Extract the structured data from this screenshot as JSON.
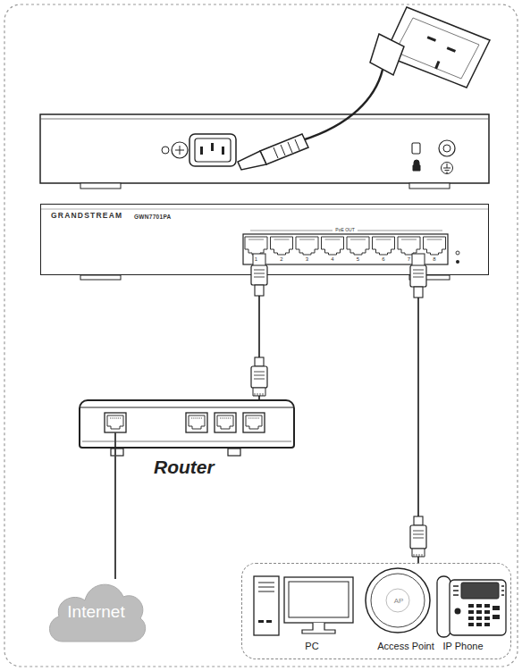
{
  "diagram": {
    "nodes": [
      {
        "text": [
          "GRANDSTREAM",
          "GWN7701PA"
        ]
      },
      {
        "text": [
          "Router"
        ]
      },
      {
        "text": [
          "Internet"
        ]
      },
      {
        "text": []
      },
      {
        "text": [
          "PC"
        ],
        "in": 3
      },
      {
        "text": [
          "AP",
          "Access Point"
        ],
        "in": 3
      },
      {
        "text": [
          "IP Phone"
        ],
        "in": 3
      }
    ],
    "edges": [
      {
        "from": 0,
        "to": 1,
        "arrow": "none"
      },
      {
        "from": 1,
        "to": 2,
        "arrow": "none"
      },
      {
        "from": 0,
        "to": 3,
        "arrow": "none"
      }
    ],
    "labels": [
      "PoE OUT",
      "1",
      "2",
      "3",
      "4",
      "5",
      "6",
      "7",
      "8"
    ]
  }
}
